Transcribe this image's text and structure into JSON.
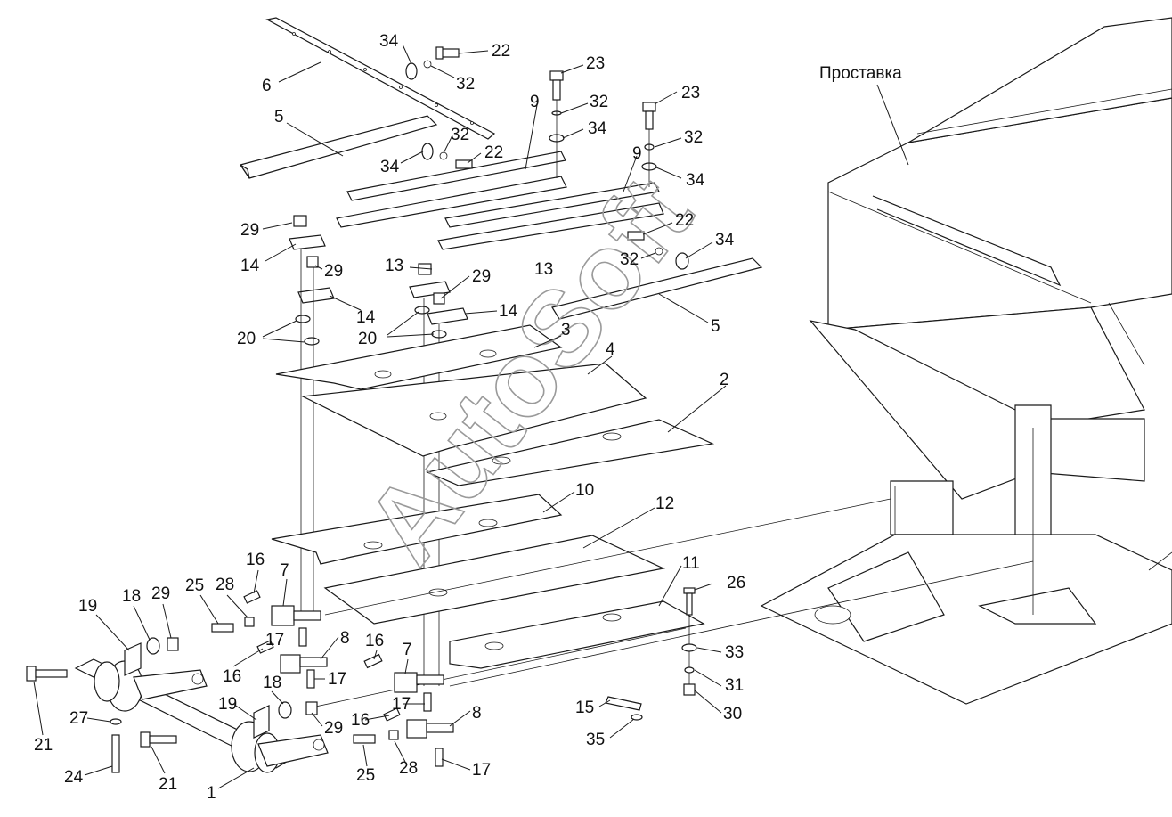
{
  "header": {
    "caption": "Проставка"
  },
  "watermark": {
    "text": "AutoSoft"
  },
  "callouts": {
    "c1": "1",
    "c2": "2",
    "c3": "3",
    "c4": "4",
    "c5": "5",
    "c6": "6",
    "c7": "7",
    "c8": "8",
    "c9": "9",
    "c10": "10",
    "c11": "11",
    "c12": "12",
    "c13": "13",
    "c14": "14",
    "c15": "15",
    "c16": "16",
    "c17": "17",
    "c18": "18",
    "c19": "19",
    "c20": "20",
    "c21": "21",
    "c22": "22",
    "c23": "23",
    "c24": "24",
    "c25": "25",
    "c26": "26",
    "c27": "27",
    "c28": "28",
    "c29": "29",
    "c30": "30",
    "c31": "31",
    "c32": "32",
    "c33": "33",
    "c34": "34",
    "c35": "35"
  }
}
